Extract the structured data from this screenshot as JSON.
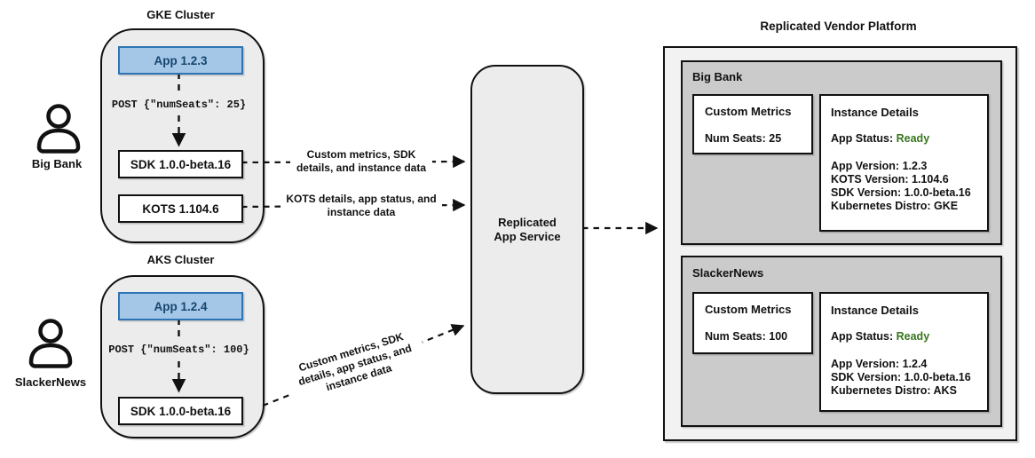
{
  "left": {
    "users": [
      {
        "name": "Big Bank"
      },
      {
        "name": "SlackerNews"
      }
    ],
    "clusters": [
      {
        "title": "GKE Cluster",
        "app": "App 1.2.3",
        "post": "POST {\"numSeats\": 25}",
        "sdk": "SDK 1.0.0-beta.16",
        "kots": "KOTS 1.104.6"
      },
      {
        "title": "AKS Cluster",
        "app": "App 1.2.4",
        "post": "POST {\"numSeats\": 100}",
        "sdk": "SDK 1.0.0-beta.16"
      }
    ]
  },
  "arrows": {
    "sdk_label": "Custom metrics, SDK\ndetails, and instance data",
    "kots_label": "KOTS details, app status, and\ninstance data",
    "aks_label": "Custom metrics, SDK\ndetails, app status, and\ninstance data"
  },
  "service": {
    "label": "Replicated\nApp Service"
  },
  "platform": {
    "title": "Replicated Vendor Platform",
    "sections": [
      {
        "name": "Big Bank",
        "custom_metrics": {
          "title": "Custom Metrics",
          "value": "Num Seats: 25"
        },
        "instance_details": {
          "title": "Instance Details",
          "status_label": "App Status:",
          "status_value": "Ready",
          "lines": [
            "App Version: 1.2.3",
            "KOTS Version: 1.104.6",
            "SDK Version: 1.0.0-beta.16",
            "Kubernetes Distro: GKE"
          ]
        }
      },
      {
        "name": "SlackerNews",
        "custom_metrics": {
          "title": "Custom Metrics",
          "value": "Num Seats: 100"
        },
        "instance_details": {
          "title": "Instance Details",
          "status_label": "App Status:",
          "status_value": "Ready",
          "lines": [
            "App Version: 1.2.4",
            "SDK Version: 1.0.0-beta.16",
            "Kubernetes Distro: AKS"
          ]
        }
      }
    ]
  },
  "colors": {
    "app_fill": "#a4c7e8",
    "app_border": "#2e74b5",
    "app_text": "#17466f",
    "status_ready_green": "#38761d",
    "cluster_fill": "#ececec",
    "platform_fill": "#f2f2f2",
    "section_fill": "#cbcbcb",
    "line_black": "#111111"
  }
}
